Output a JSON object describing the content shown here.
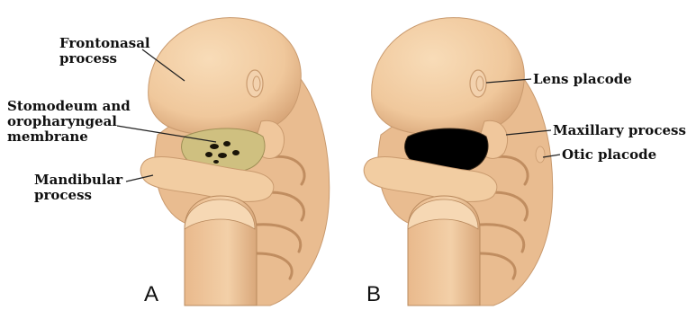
{
  "panels": [
    {
      "letter": "A",
      "labels": {
        "frontonasal": "Frontonasal\nprocess",
        "stomodeum": "Stomodeum and\noropharyngeal\nmembrane",
        "mandibular": "Mandibular\nprocess"
      }
    },
    {
      "letter": "B",
      "labels": {
        "lens": "Lens placode",
        "maxillary": "Maxillary process",
        "otic": "Otic placode"
      }
    }
  ],
  "colors": {
    "skin": "#f2cda2",
    "skin_shadow": "#d9a878",
    "skin_dark": "#c18e62",
    "membrane": "#cfc080",
    "cavity": "#000000",
    "leader": "#222222"
  }
}
